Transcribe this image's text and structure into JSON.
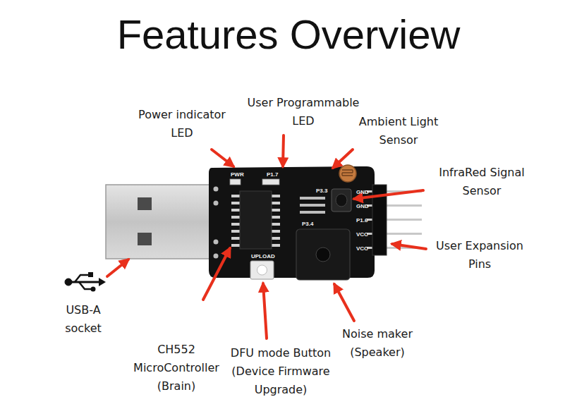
{
  "diagram": {
    "title": "Features Overview",
    "labels": [
      "Power indicator LED",
      "User Programmable LED",
      "Ambient Light Sensor",
      "InfraRed Signal Sensor",
      "User Expansion Pins",
      "USB-A socket",
      "CH552 MicroController (Brain)",
      "DFU mode Button (Device Firmware Upgrade)",
      "Noise maker (Speaker)",
      "PWR",
      "P1.7",
      "P3.3",
      "GND",
      "GND",
      "P1.6",
      "VCC",
      "VCC",
      "P3.4",
      "UPLOAD"
    ]
  }
}
